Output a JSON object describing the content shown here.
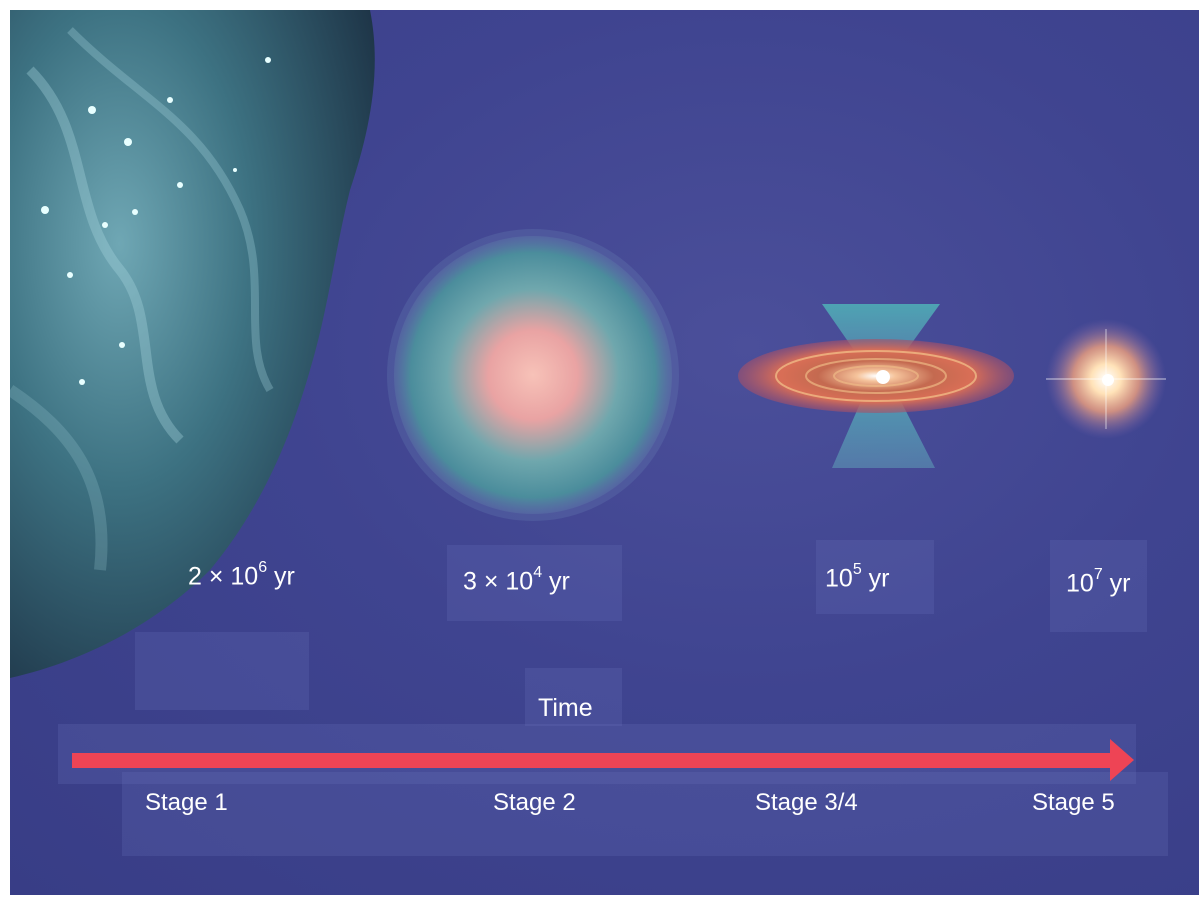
{
  "timescales": [
    {
      "mantissa": "2 × 10",
      "exponent": "6",
      "unit": " yr"
    },
    {
      "mantissa": "3 × 10",
      "exponent": "4",
      "unit": " yr"
    },
    {
      "mantissa": "10",
      "exponent": "5",
      "unit": " yr"
    },
    {
      "mantissa": "10",
      "exponent": "7",
      "unit": " yr"
    }
  ],
  "axis": {
    "label": "Time"
  },
  "stages": [
    "Stage 1",
    "Stage 2",
    "Stage 3/4",
    "Stage 5"
  ],
  "colors": {
    "background": "#3f4490",
    "arrow": "#ee4455",
    "cloud": "#3f7f8e",
    "core_glow": "#f2a6a0",
    "disk": "#d9664e",
    "outflow": "#4fb3b8"
  }
}
